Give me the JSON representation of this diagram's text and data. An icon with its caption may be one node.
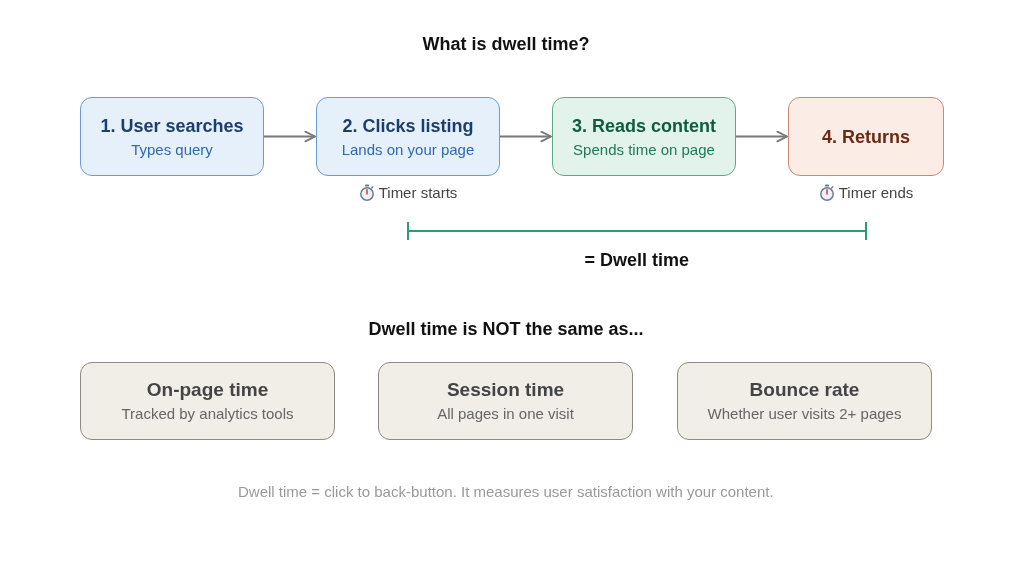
{
  "diagram": {
    "title": "What is dwell time?",
    "caption": "Dwell time = click to back-button. It measures user satisfaction with your content.",
    "nodes": [
      {
        "text": [
          "1. User searches",
          "Types query"
        ]
      },
      {
        "text": [
          "2. Clicks listing",
          "Lands on your page"
        ],
        "beside": [
          "Timer starts"
        ]
      },
      {
        "text": [
          "3. Reads content",
          "Spends time on page"
        ]
      },
      {
        "text": [
          "4. Returns"
        ],
        "beside": [
          "Timer ends"
        ]
      },
      {
        "text": [
          "On-page time",
          "Tracked by analytics tools"
        ]
      },
      {
        "text": [
          "Session time",
          "All pages in one visit"
        ]
      },
      {
        "text": [
          "Bounce rate",
          "Whether user visits 2+ pages"
        ]
      }
    ],
    "edges": [
      {
        "from": 0,
        "to": 1,
        "arrow": "to"
      },
      {
        "from": 1,
        "to": 2,
        "arrow": "to"
      },
      {
        "from": 2,
        "to": 3,
        "arrow": "to"
      }
    ],
    "labels": [
      "= Dwell time",
      "Dwell time is NOT the same as..."
    ]
  }
}
